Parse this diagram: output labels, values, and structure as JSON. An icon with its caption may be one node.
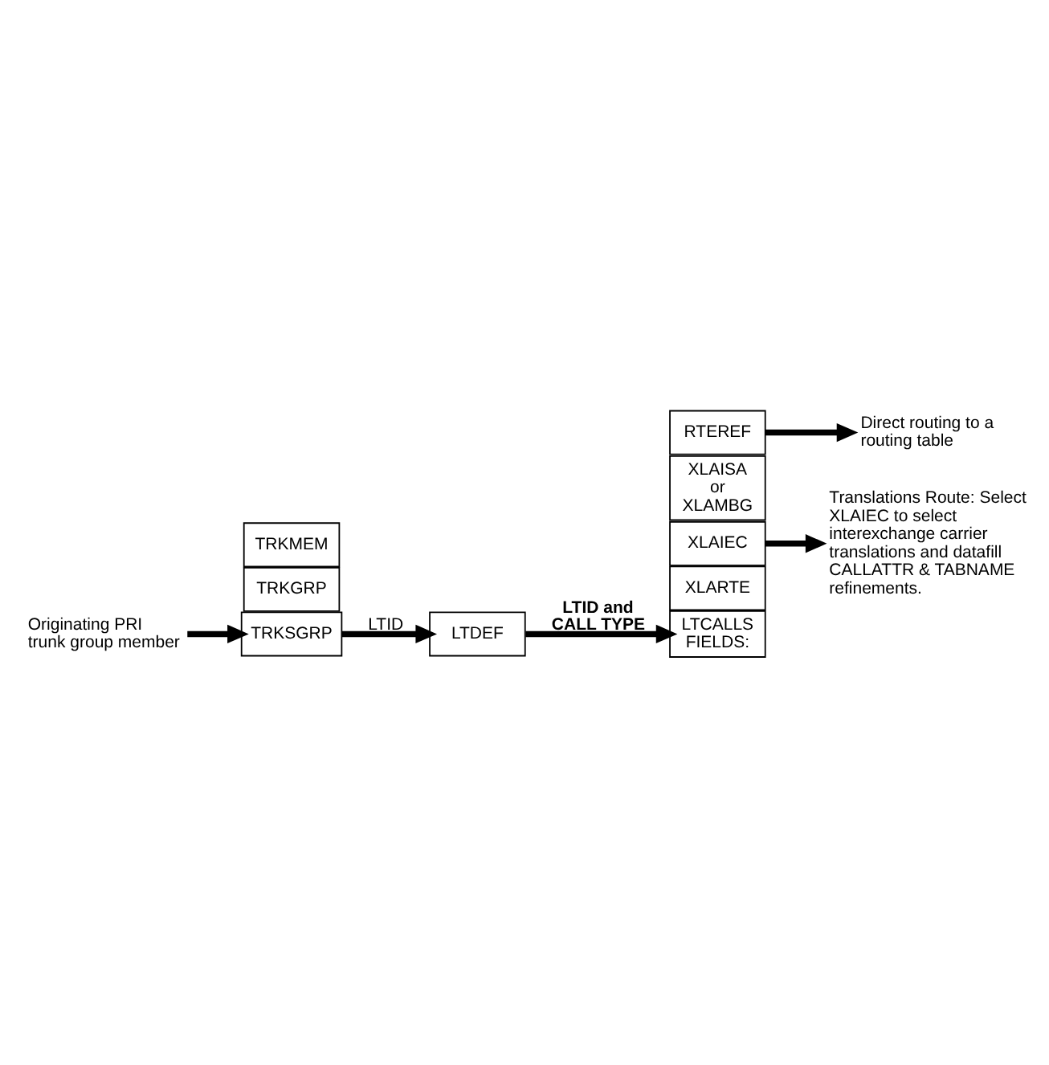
{
  "diagram": {
    "nodes": [
      {
        "text": [
          "Originating PRI trunk group member"
        ]
      },
      {
        "text": [
          "TRKGRP"
        ]
      },
      {
        "text": [
          "TRKSGRP"
        ]
      },
      {
        "text": [
          "TRKMEM"
        ]
      },
      {
        "text": [
          "LTDEF"
        ]
      },
      {
        "text": [
          "LTCALLS FIELDS:"
        ]
      },
      {
        "text": [
          "XLARTE"
        ]
      },
      {
        "text": [
          "XLAIEC"
        ]
      },
      {
        "text": [
          "XLAISA or XLAMBG"
        ]
      },
      {
        "text": [
          "RTEREF"
        ]
      },
      {
        "text": [
          "Translations Route: Select XLAIEC to select interexchange carrier translations and datafill CALLATTR & TABNAME refinements."
        ]
      },
      {
        "text": [
          "Direct routing to a routing table"
        ]
      }
    ],
    "edges": [
      {
        "from": 0,
        "to": 2,
        "arrow": "to"
      },
      {
        "from": 2,
        "to": 4,
        "arrow": "to",
        "label": "LTID"
      },
      {
        "from": 4,
        "to": 5,
        "arrow": "to",
        "label": "LTID and CALL TYPE"
      },
      {
        "from": 7,
        "to": 10,
        "arrow": "to"
      },
      {
        "from": 9,
        "to": 11,
        "arrow": "to"
      }
    ]
  }
}
